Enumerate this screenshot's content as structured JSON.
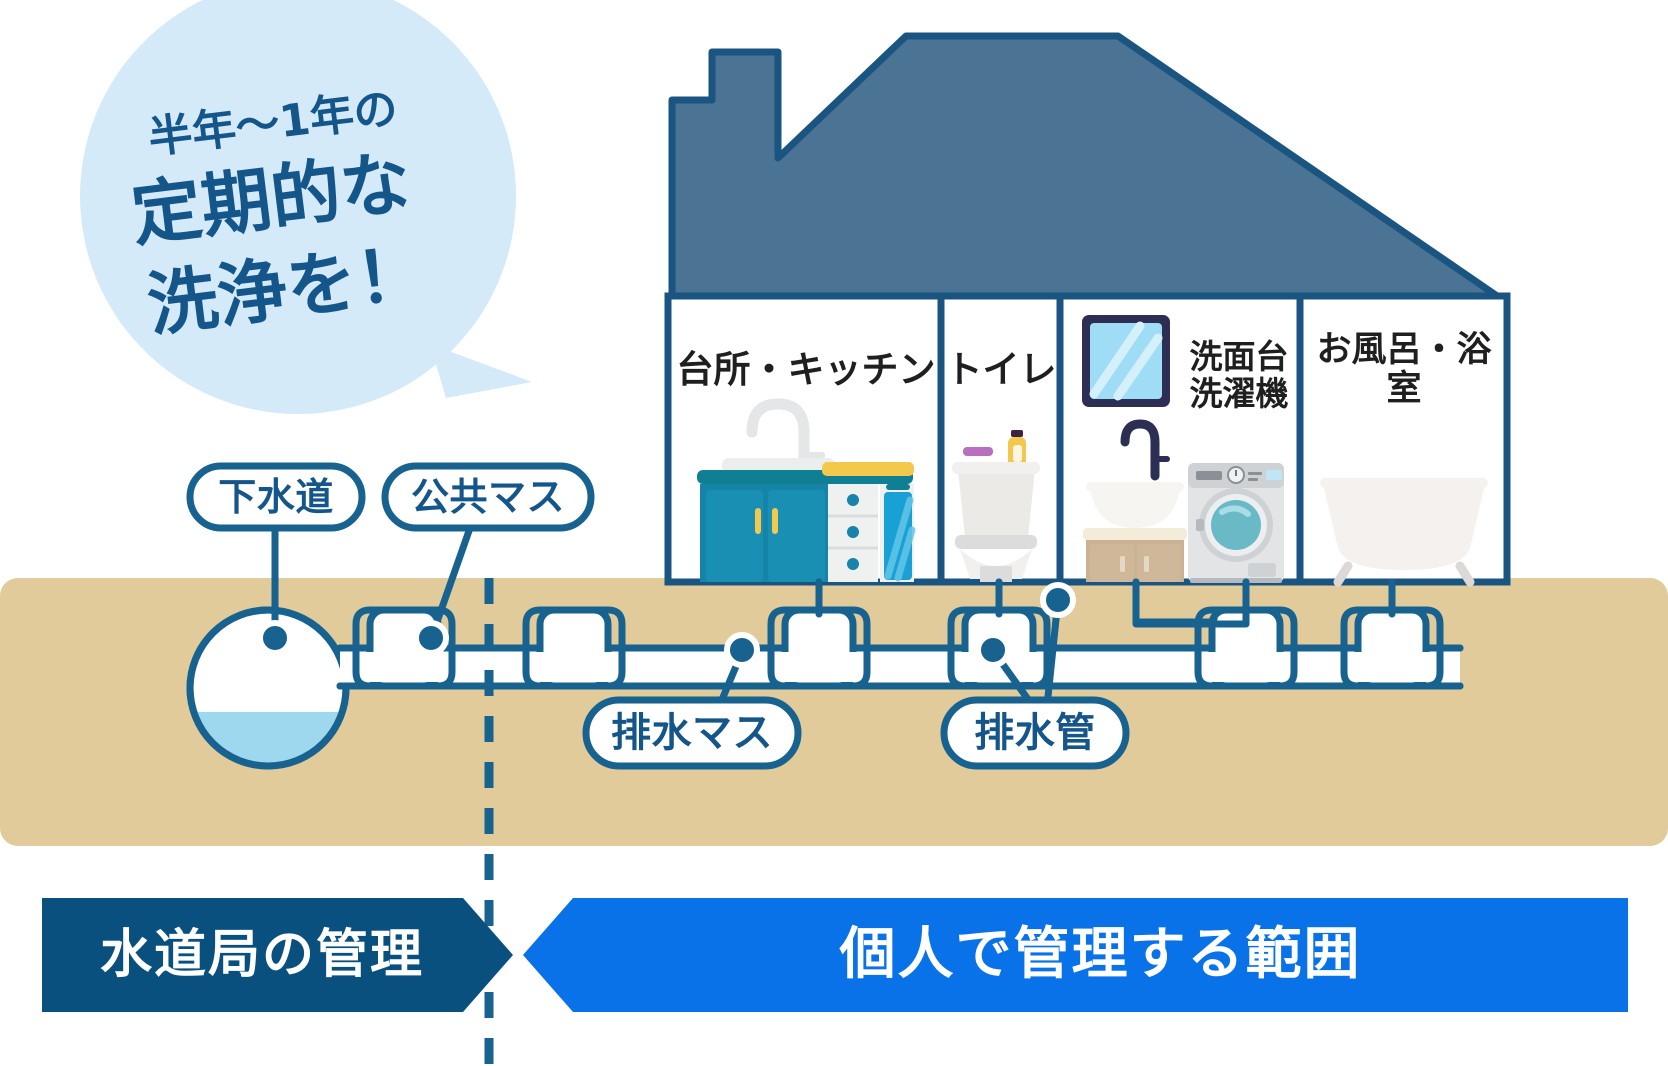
{
  "colors": {
    "roof_fill": "#4a7394",
    "roof_stroke": "#1a5480",
    "pipe_blue": "#17628f",
    "ground_tan": "#e1cb9a",
    "bubble_bg": "#d4eaf9",
    "bubble_text": "#14558a",
    "banner_dark": "#09507f",
    "banner_bright": "#0a72e8",
    "water_blue": "#9ed8ee",
    "kitchen_teal": "#1584a8",
    "kitchen_counter": "#0f7f94",
    "vanity_tan": "#cbb293",
    "mirror_glass": "#9fdcf5",
    "washer_body": "#e2e4e6",
    "washer_glass": "#69b9c6",
    "accent_yellow": "#f2c94c",
    "white": "#ffffff"
  },
  "bubble": {
    "line1": "半年〜1年の",
    "line2": "定期的な",
    "line3": "洗浄を！"
  },
  "house": {
    "rooms": [
      {
        "id": "kitchen",
        "label": "台所・キッチン"
      },
      {
        "id": "toilet",
        "label": "トイレ"
      },
      {
        "id": "washroom",
        "label_line1": "洗面台",
        "label_line2": "洗濯機"
      },
      {
        "id": "bath",
        "label": "お風呂・浴室"
      }
    ]
  },
  "pipe_labels": [
    {
      "id": "sewer",
      "label": "下水道"
    },
    {
      "id": "public-manhole",
      "label": "公共マス"
    },
    {
      "id": "drain-basin",
      "label": "排水マス"
    },
    {
      "id": "drain-pipe",
      "label": "排水管"
    }
  ],
  "banners": [
    {
      "id": "waterworks",
      "label": "水道局の管理"
    },
    {
      "id": "personal",
      "label": "個人で管理する範囲"
    }
  ]
}
